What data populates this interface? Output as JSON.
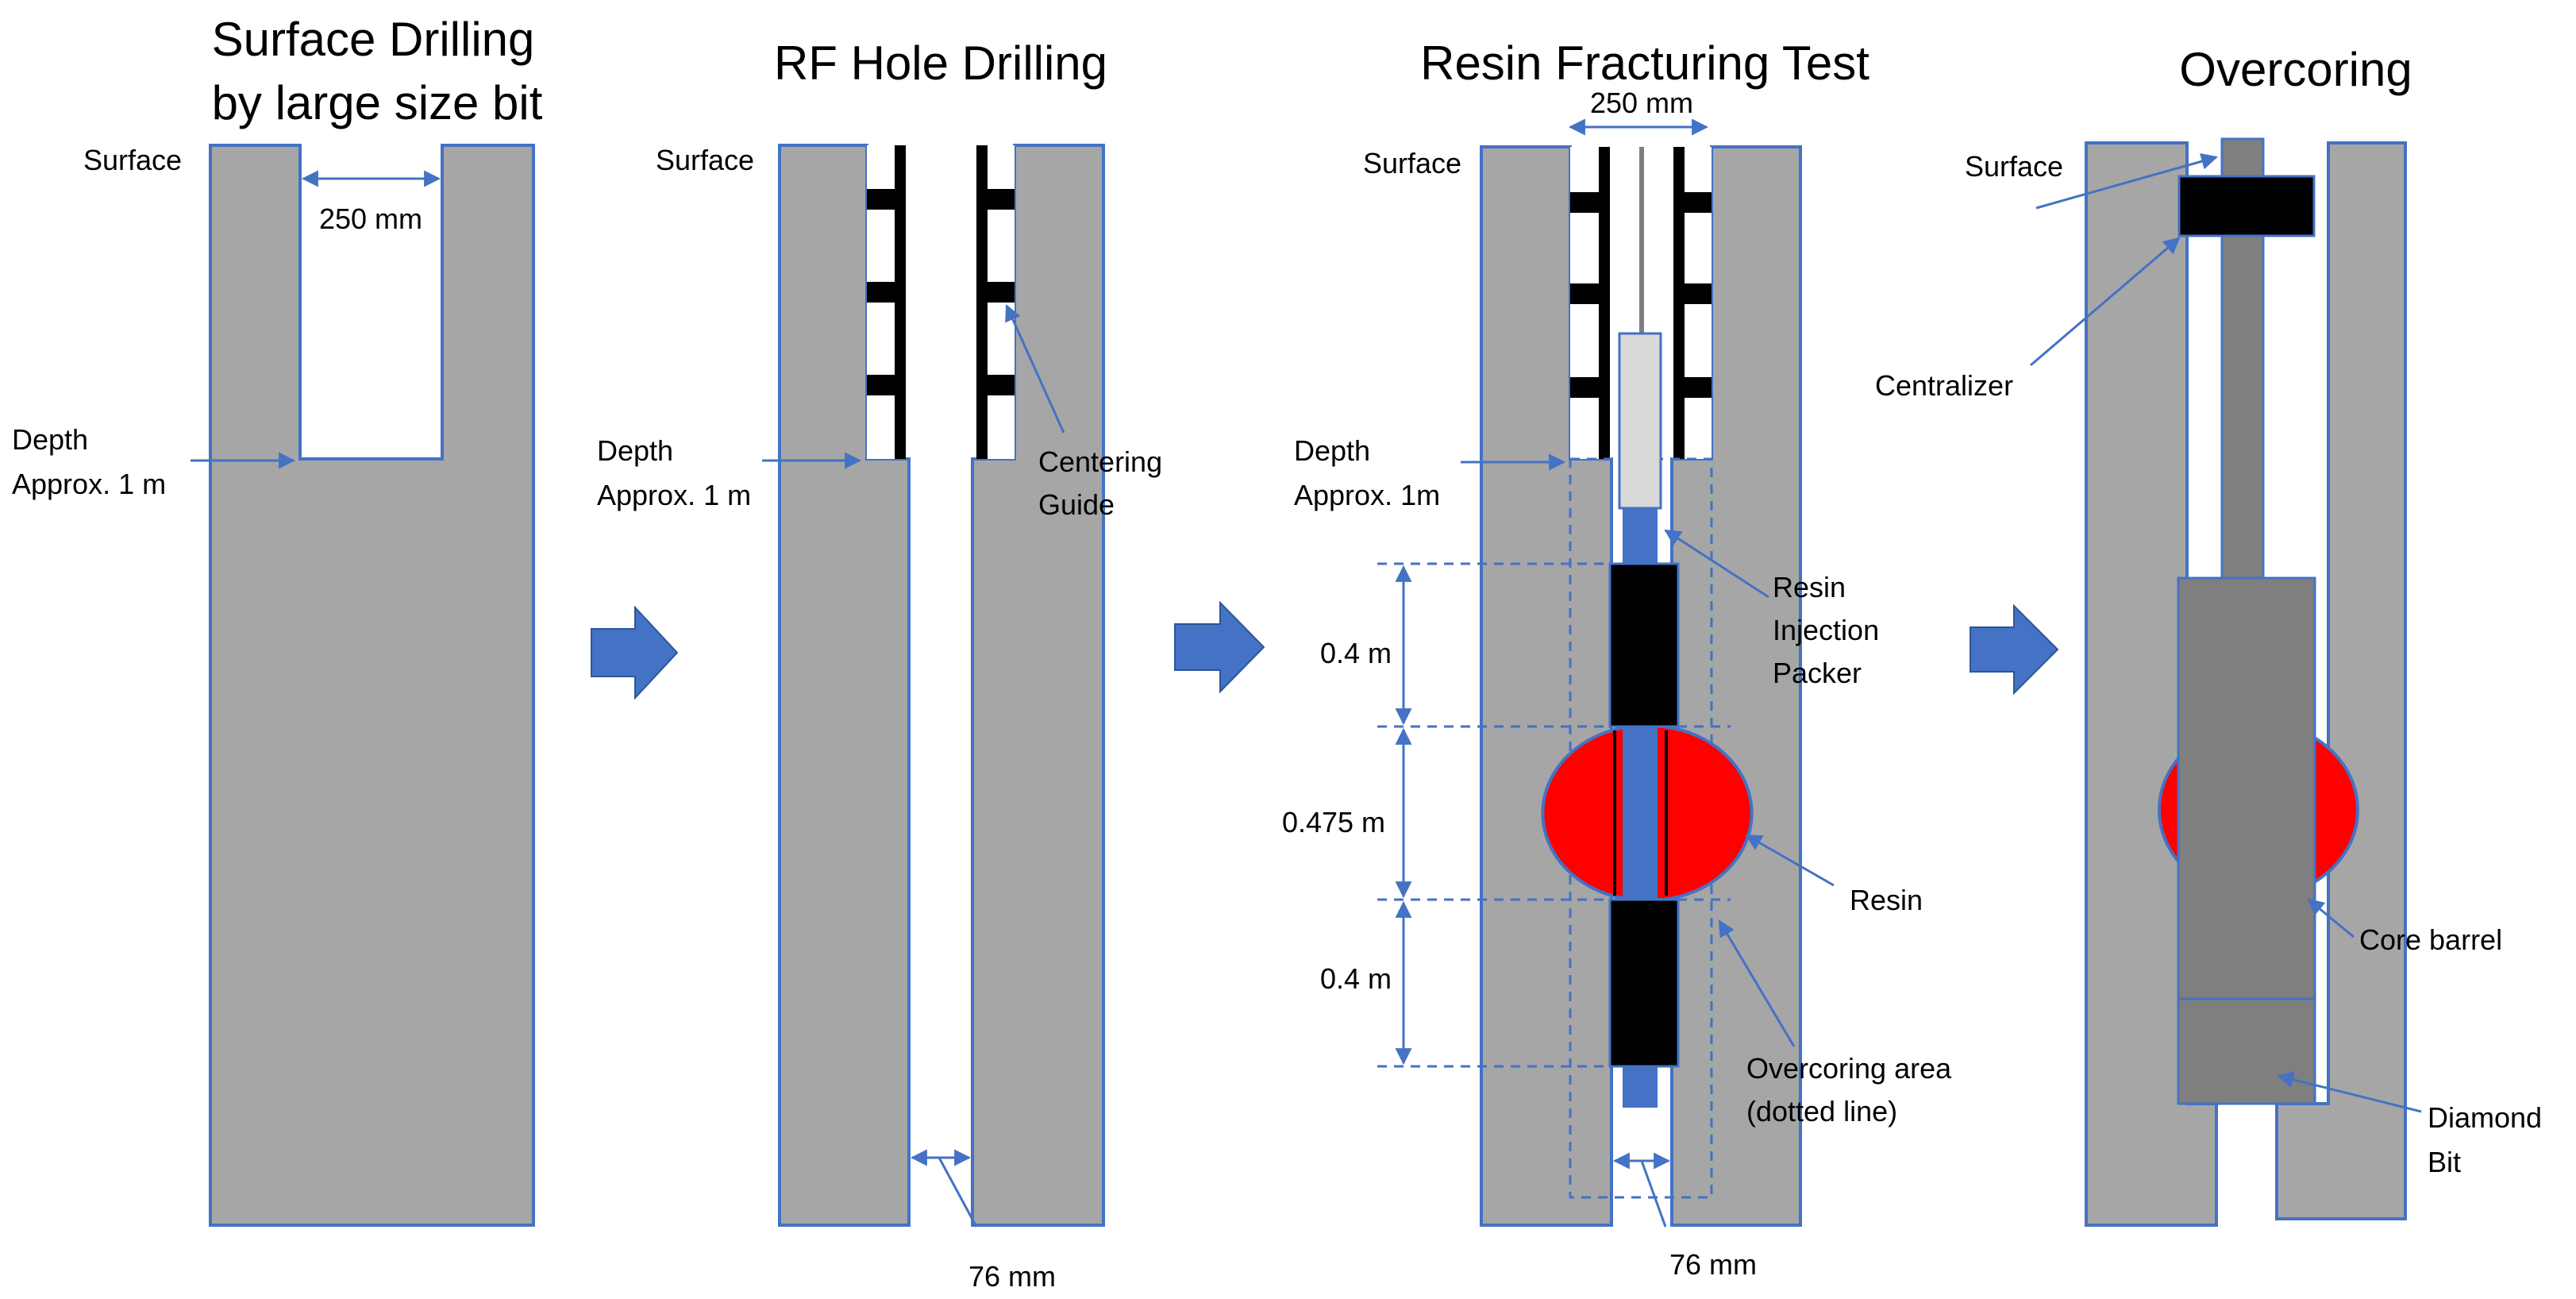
{
  "colors": {
    "rock": "#a6a6a6",
    "outline": "#4472c4",
    "accent": "#4472c4",
    "black": "#000000",
    "resin": "#ff0000",
    "packer_tube": "#4472c4",
    "probe": "#d9d9d9",
    "rod": "#7f7f7f",
    "core_barrel": "#7f7f7f"
  },
  "panels": [
    {
      "title_lines": [
        "Surface Drilling",
        "by large size bit"
      ],
      "labels": {
        "surface": "Surface",
        "width": "250 mm",
        "depth": [
          "Depth",
          "Approx. 1 m"
        ]
      }
    },
    {
      "title_lines": [
        "RF Hole Drilling"
      ],
      "labels": {
        "surface": "Surface",
        "depth": [
          "Depth",
          "Approx. 1 m"
        ],
        "guide": [
          "Centering",
          "Guide"
        ],
        "width": "76 mm"
      }
    },
    {
      "title_lines": [
        "Resin Fracturing Test"
      ],
      "labels": {
        "top_width": "250 mm",
        "surface": "Surface",
        "depth": [
          "Depth",
          "Approx. 1m"
        ],
        "dims": [
          "0.4 m",
          "0.475 m",
          "0.4 m"
        ],
        "packer": [
          "Resin",
          "Injection",
          "Packer"
        ],
        "resin": "Resin",
        "overcoring": [
          "Overcoring area",
          "(dotted line)"
        ],
        "width": "76 mm"
      }
    },
    {
      "title_lines": [
        "Overcoring"
      ],
      "labels": {
        "surface": "Surface",
        "centralizer": "Centralizer",
        "core_barrel": "Core barrel",
        "bit": [
          "Diamond",
          "Bit"
        ]
      }
    }
  ],
  "flow_arrows": [
    "arrow-1-to-2",
    "arrow-2-to-3",
    "arrow-3-to-4"
  ]
}
